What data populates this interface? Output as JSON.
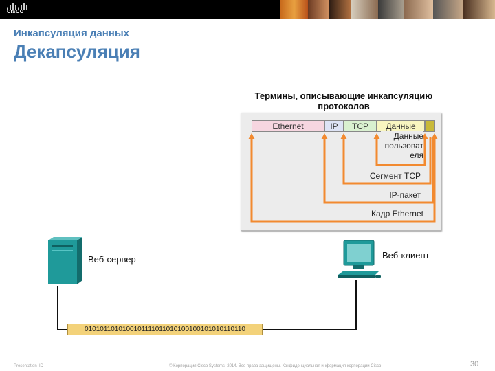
{
  "header": {
    "logo_text": "CISCO",
    "subtitle": "Инкапсуляция данных",
    "title": "Декапсуляция"
  },
  "diagram": {
    "panel_title": "Термины, описывающие инкапсуляцию протоколов",
    "fields": [
      "Ethernet",
      "IP",
      "TCP",
      "Данные"
    ],
    "labels": {
      "user_data": "Данные пользоват еля",
      "tcp_segment": "Сегмент TCP",
      "ip_packet": "IP-пакет",
      "ethernet_frame": "Кадр Ethernet"
    },
    "server_label": "Веб-сервер",
    "client_label": "Веб-клиент",
    "bitstream": "0101011010100101111011010100100101010110110"
  },
  "colors": {
    "ethernet": "#f6d6e0",
    "ip": "#dde3f5",
    "tcp": "#d9f0d0",
    "data": "#f8f5c0",
    "trailer": "#c8b93a",
    "arrow": "#f28a30",
    "accent": "#4a7fb5",
    "device": "#1f9a9a"
  },
  "footer": {
    "left": "Presentation_ID",
    "center": "© Корпорация Cisco Systems, 2014. Все права защищены. Конфиденциальная информация корпорации Cisco",
    "page": "30"
  }
}
